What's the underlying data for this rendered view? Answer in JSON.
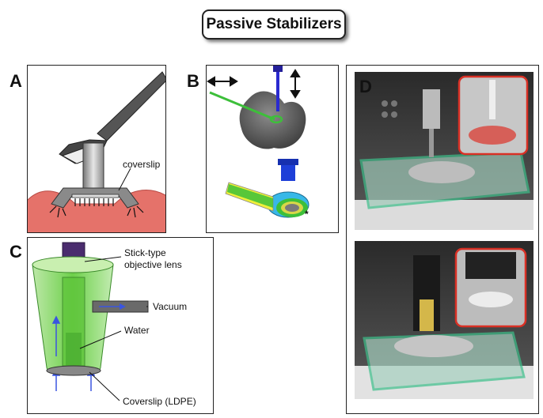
{
  "title": "Passive Stabilizers",
  "panels": {
    "a": {
      "letter": "A",
      "label": "coverslip"
    },
    "b": {
      "letter": "B"
    },
    "c": {
      "letter": "C",
      "label_objective_line1": "Stick-type",
      "label_objective_line2": "objective lens",
      "label_vacuum": "Vacuum",
      "label_water": "Water",
      "label_coverslip": "Coverslip (LDPE)"
    },
    "d": {
      "letter": "D"
    }
  },
  "colors": {
    "tissue": "#e5726a",
    "green_frame": "#3dbf3a",
    "photo_highlight": "#d93025",
    "objective": "#4a2c6e"
  }
}
